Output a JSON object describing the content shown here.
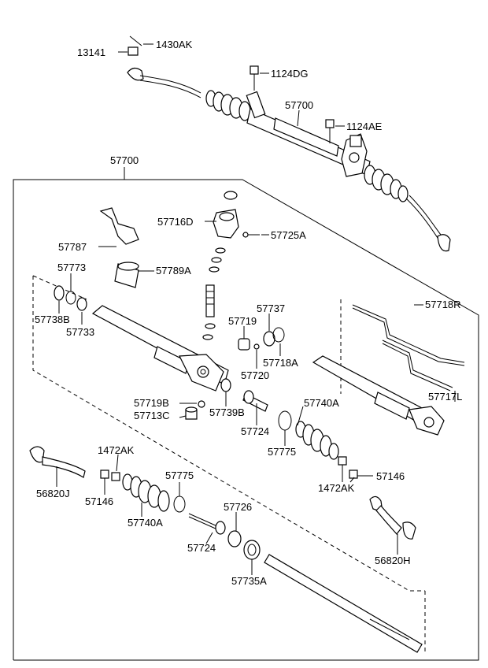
{
  "labels": [
    "13141",
    "1430AK",
    "1124DG",
    "57700",
    "1124AE",
    "57700",
    "57716D",
    "57725A",
    "57787",
    "57773",
    "57789A",
    "57738B",
    "57733",
    "57737",
    "57719",
    "57718A",
    "57720",
    "57718R",
    "57717L",
    "57719B",
    "57739B",
    "57713C",
    "57740A",
    "57724",
    "57775",
    "1472AK",
    "57146",
    "56820J",
    "57146",
    "57740A",
    "57775",
    "57726",
    "57724",
    "1472AK",
    "56820H",
    "57735A"
  ]
}
